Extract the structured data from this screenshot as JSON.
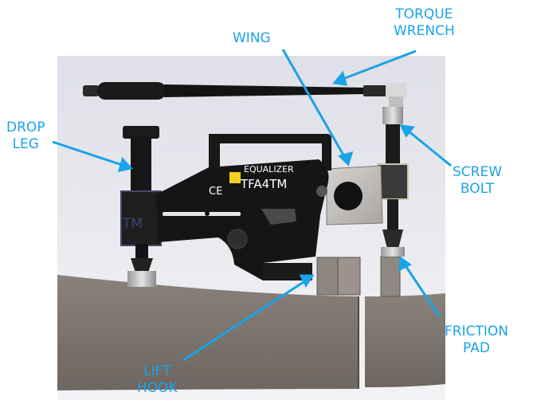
{
  "labels": {
    "torque_wrench": "TORQUE\nWRENCH",
    "wing": "WING",
    "drop_leg": "DROP\nLEG",
    "screw_bolt": "SCREW\nBOLT",
    "friction_pad": "FRICTION\nPAD",
    "lift_hook": "LIFT\nHOOK"
  },
  "device": {
    "brand": "EQUALIZER",
    "model": "TFA4TM",
    "leg_model": "TM",
    "mark": "CE"
  },
  "colors": {
    "callout": "#1aa3e6",
    "background_panel": "#dcdde6",
    "flange": "#7d7570",
    "tool_body": "#161616"
  }
}
